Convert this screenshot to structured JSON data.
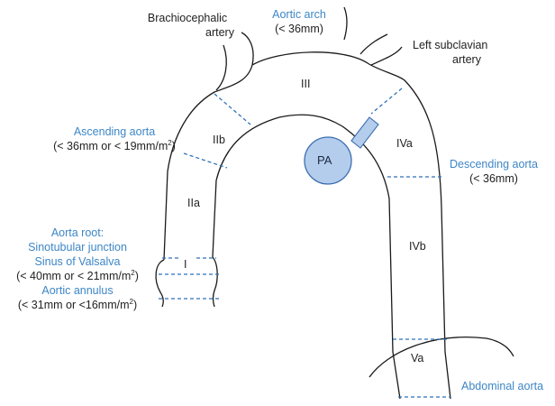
{
  "labels": {
    "brachiocephalic_line1": "Brachiocephalic",
    "brachiocephalic_line2": "artery",
    "aortic_arch_title": "Aortic arch",
    "aortic_arch_value": "(< 36mm)",
    "left_subclavian_line1": "Left subclavian",
    "left_subclavian_line2": "artery",
    "ascending_title": "Ascending aorta",
    "ascending_value": "(< 36mm or < 19mm/m",
    "ascending_sup": "2",
    "ascending_close": ")",
    "descending_title": "Descending aorta",
    "descending_value": "(< 36mm)",
    "root_title": "Aorta root:",
    "sinotubular": "Sinotubular junction",
    "valsalva": "Sinus of Valsalva",
    "root_value": "(< 40mm or < 21mm/m",
    "root_sup": "2",
    "root_close": ")",
    "annulus_title": "Aortic annulus",
    "annulus_value": "(< 31mm or <16mm/m",
    "annulus_sup": "2",
    "annulus_close": ")",
    "abdominal": "Abdominal aorta",
    "pa": "PA"
  },
  "segments": {
    "I": "I",
    "IIa": "IIa",
    "IIb": "IIb",
    "III": "III",
    "IVa": "IVa",
    "IVb": "IVb",
    "Va": "Va"
  },
  "colors": {
    "label_blue": "#3d86c6",
    "outline": "#1a1a1a",
    "pa_fill": "#b4cdec",
    "pa_stroke": "#3d6fb0",
    "dash": "#2f72b8"
  }
}
